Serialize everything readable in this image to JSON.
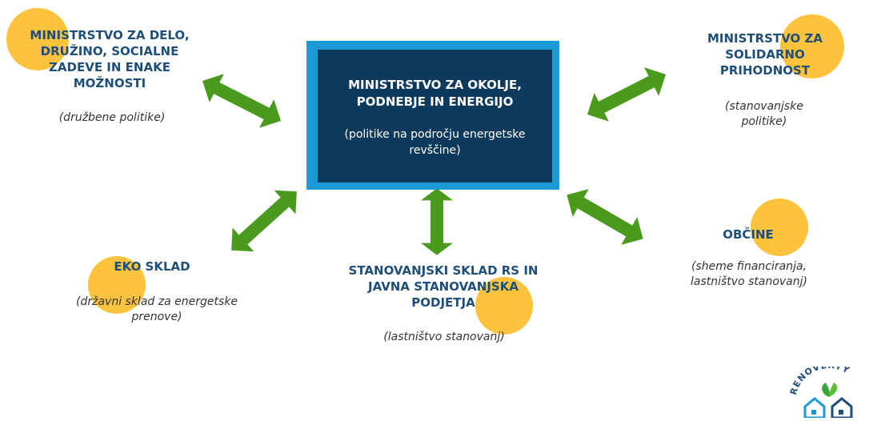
{
  "colors": {
    "arrow": "#4a9a1e",
    "accent_circle": "#fdc33c",
    "center_box": "#0d3a5c",
    "center_box_outline": "#1c9ad6",
    "title_text": "#1f4e79"
  },
  "center": {
    "title": "MINISTRSTVO ZA OKOLJE, PODNEBJE IN ENERGIJO",
    "subtitle": "(politike na področju energetske revščine)"
  },
  "nodes": {
    "top_left": {
      "title": "MINISTRSTVO ZA DELO, DRUŽINO, SOCIALNE ZADEVE IN ENAKE MOŽNOSTI",
      "subtitle": "(družbene politike)"
    },
    "top_right": {
      "title": "MINISTRSTVO ZA SOLIDARNO PRIHODNOST",
      "subtitle": "(stanovanjske politike)"
    },
    "bottom_left": {
      "title": "EKO SKLAD",
      "subtitle": "(državni sklad za energetske prenove)"
    },
    "bottom_center": {
      "title": "STANOVANJSKI SKLAD RS  IN JAVNA STANOVANJSKA PODJETJA",
      "subtitle": "(lastništvo stanovanj)"
    },
    "bottom_right": {
      "title": "OBČINE",
      "subtitle": "(sheme financiranja, lastništvo stanovanj)"
    }
  },
  "logo": {
    "text": "RENOVERTY",
    "icon": "renoverty-house-leaf-logo"
  }
}
